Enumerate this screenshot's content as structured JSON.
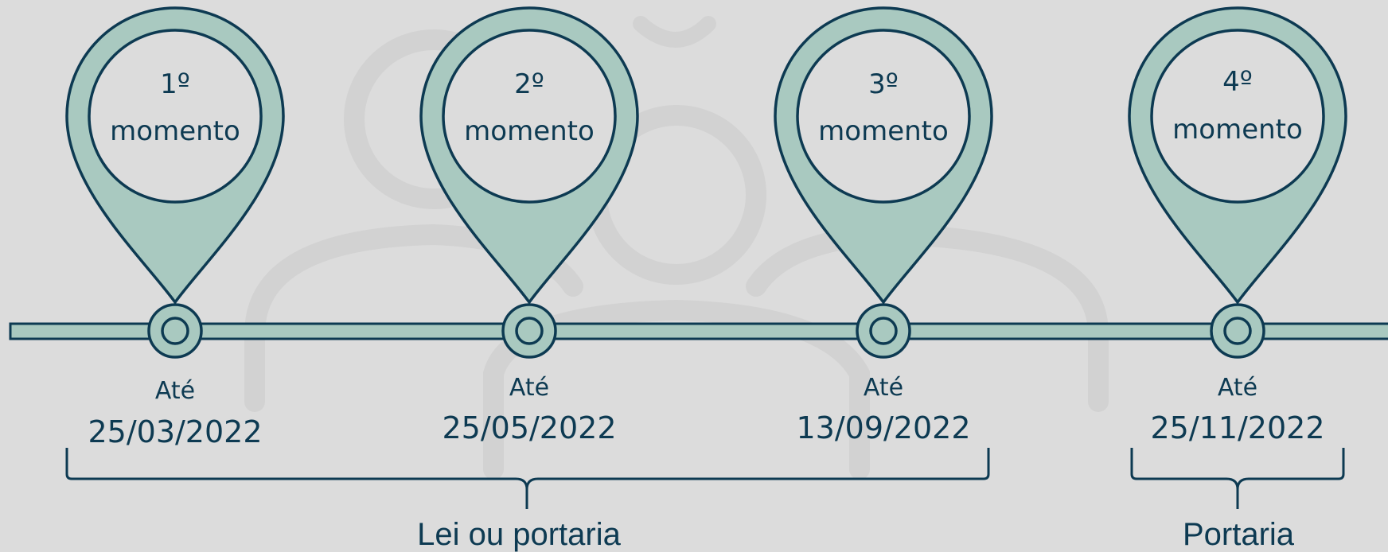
{
  "colors": {
    "background": "#dcdcdc",
    "watermark": "#d2d2d2",
    "pin_fill": "#a9c9c0",
    "stroke": "#0d3a52"
  },
  "watermark_icon": "people-group-icon",
  "moments": [
    {
      "ordinal": "1º",
      "word": "momento",
      "prefix": "Até",
      "date": "25/03/2022"
    },
    {
      "ordinal": "2º",
      "word": "momento",
      "prefix": "Até",
      "date": "25/05/2022"
    },
    {
      "ordinal": "3º",
      "word": "momento",
      "prefix": "Até",
      "date": "13/09/2022"
    },
    {
      "ordinal": "4º",
      "word": "momento",
      "prefix": "Até",
      "date": "25/11/2022"
    }
  ],
  "groups": [
    {
      "label": "Lei ou portaria"
    },
    {
      "label": "Portaria"
    }
  ]
}
